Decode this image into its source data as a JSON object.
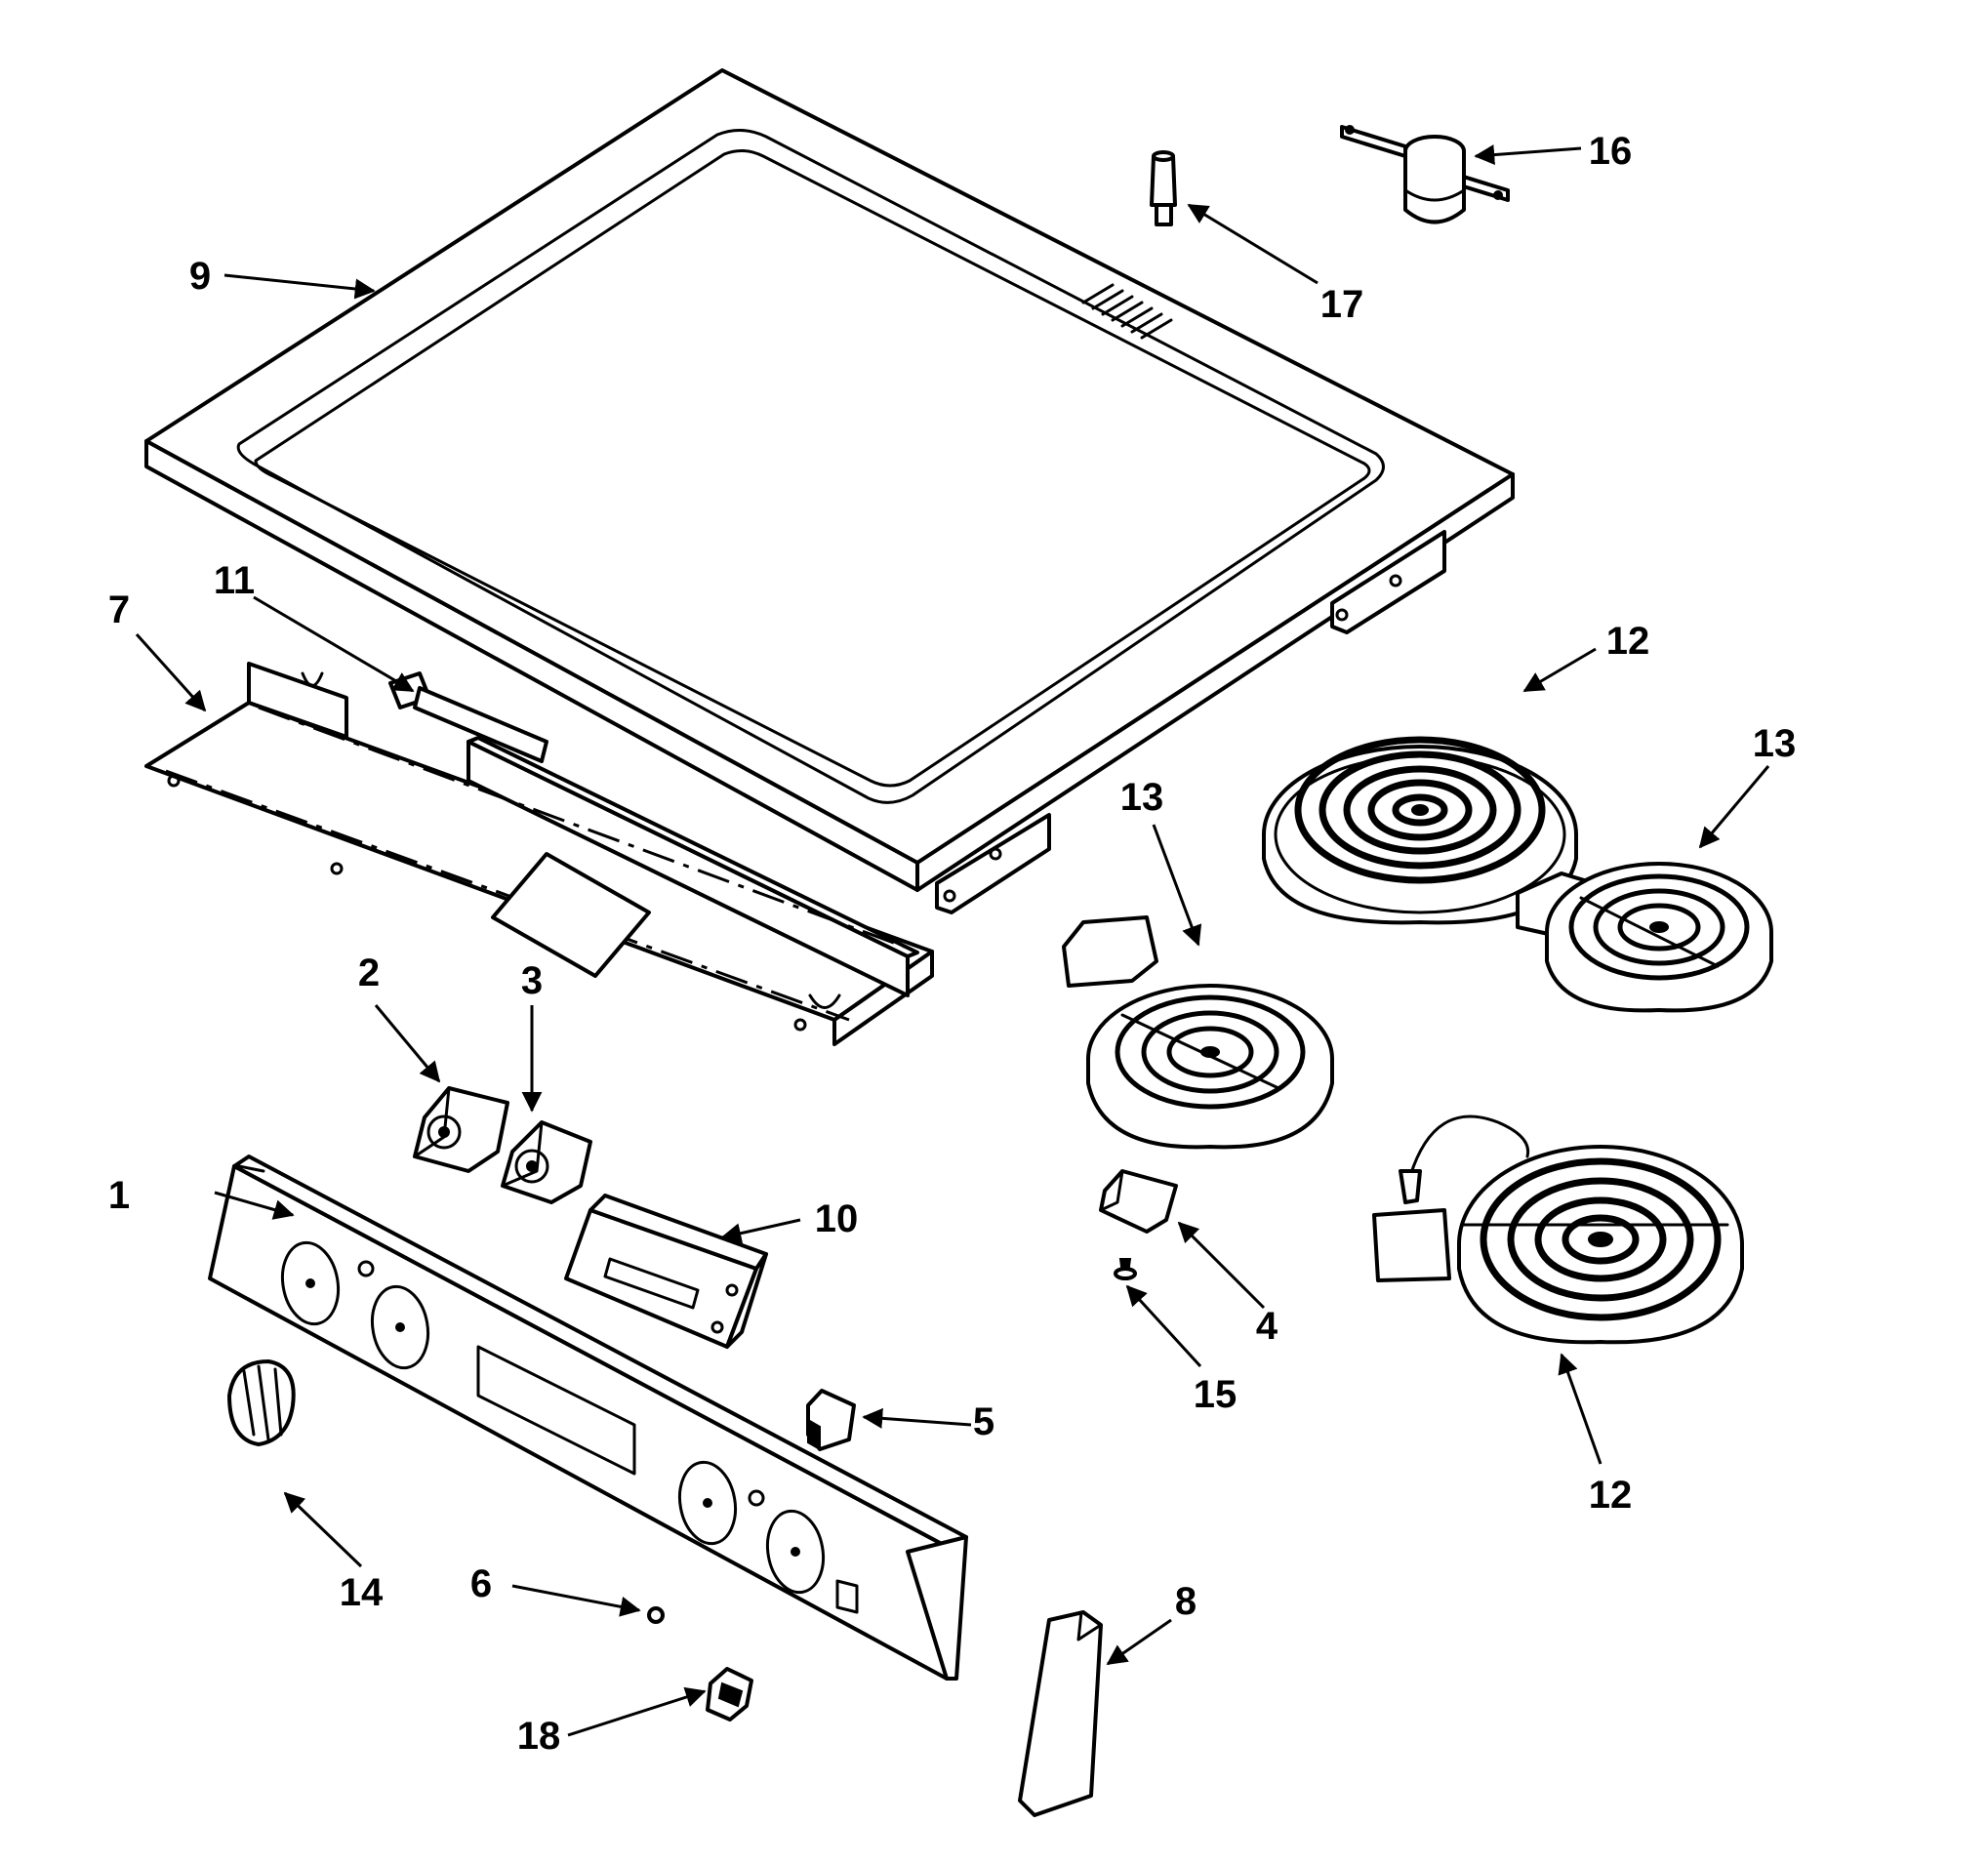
{
  "diagram": {
    "callouts": [
      {
        "id": "c1",
        "label": "1"
      },
      {
        "id": "c2",
        "label": "2"
      },
      {
        "id": "c3",
        "label": "3"
      },
      {
        "id": "c4",
        "label": "4"
      },
      {
        "id": "c5",
        "label": "5"
      },
      {
        "id": "c6",
        "label": "6"
      },
      {
        "id": "c7",
        "label": "7"
      },
      {
        "id": "c8",
        "label": "8"
      },
      {
        "id": "c9",
        "label": "9"
      },
      {
        "id": "c10",
        "label": "10"
      },
      {
        "id": "c11",
        "label": "11"
      },
      {
        "id": "c12a",
        "label": "12"
      },
      {
        "id": "c12b",
        "label": "12"
      },
      {
        "id": "c13a",
        "label": "13"
      },
      {
        "id": "c13b",
        "label": "13"
      },
      {
        "id": "c14",
        "label": "14"
      },
      {
        "id": "c15",
        "label": "15"
      },
      {
        "id": "c16",
        "label": "16"
      },
      {
        "id": "c17",
        "label": "17"
      },
      {
        "id": "c18",
        "label": "18"
      }
    ]
  }
}
